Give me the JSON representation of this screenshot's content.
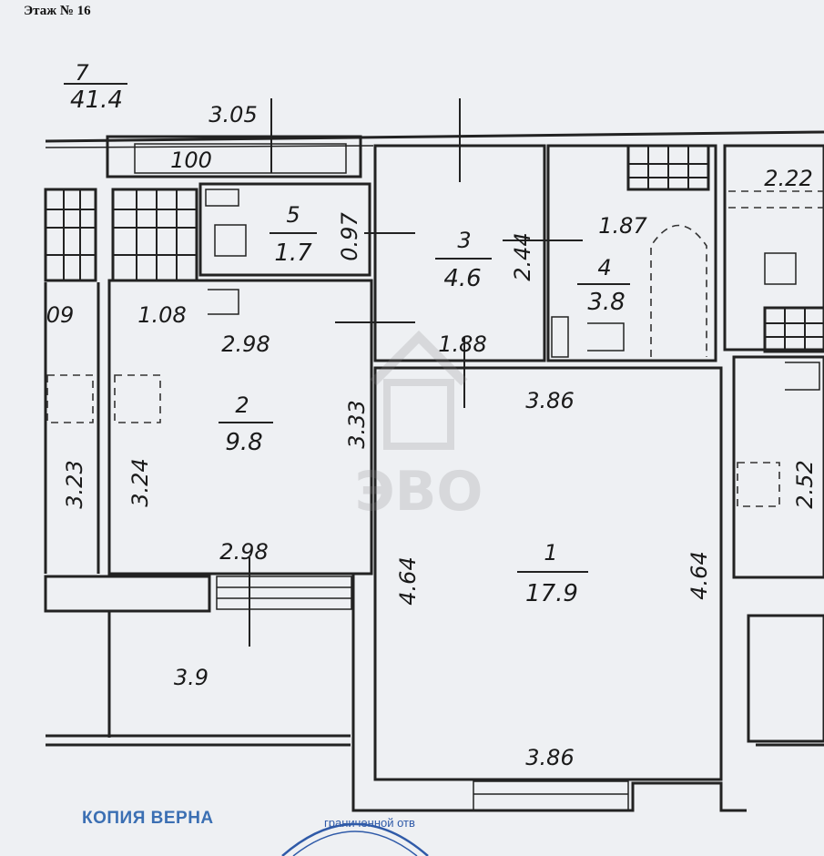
{
  "floor_label": "Этаж № 16",
  "apartment": {
    "number": "7",
    "total_area": "41.4"
  },
  "rooms": [
    {
      "number": "1",
      "area": "17.9"
    },
    {
      "number": "2",
      "area": "9.8"
    },
    {
      "number": "3",
      "area": "4.6"
    },
    {
      "number": "4",
      "area": "3.8"
    },
    {
      "number": "5",
      "area": "1.7"
    }
  ],
  "dimensions": {
    "top_balcony": "3.05",
    "top_balcony_inner": "100",
    "room5_height": "0.97",
    "room3_height": "2.44",
    "room3_width": "1.88",
    "room4_width": "1.87",
    "room2_width_top": "2.98",
    "room2_width_bottom": "2.98",
    "room2_height": "3.33",
    "room2_left": "3.24",
    "room1_width_top": "3.86",
    "room1_width_bottom": "3.86",
    "room1_left": "4.64",
    "room1_right": "4.64",
    "corridor": "1.08",
    "left_neighbor_width": "09",
    "left_neighbor_height": "3.23",
    "right_neighbor_top": "2.22",
    "right_neighbor_height": "2.52",
    "loggia": "3.9"
  },
  "stamps": {
    "copy": "КОПИЯ ВЕРНА",
    "seal_fragment": "граниченной отв"
  },
  "watermark": "ЭВО"
}
